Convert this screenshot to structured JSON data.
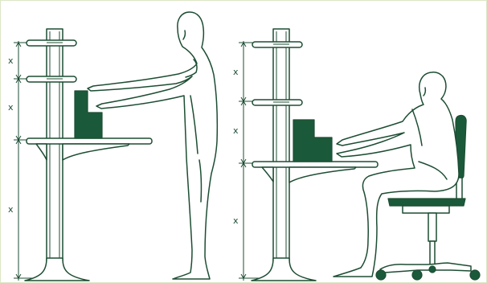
{
  "colors": {
    "outline": "#1d4d33",
    "fill_dark": "#1a5a3a",
    "background": "#ffffff",
    "frame": "#dbe7c4"
  },
  "standing": {
    "dimension_labels": [
      "x",
      "x",
      "x"
    ]
  },
  "seated": {
    "dimension_labels": [
      "x",
      "x",
      "x"
    ]
  }
}
